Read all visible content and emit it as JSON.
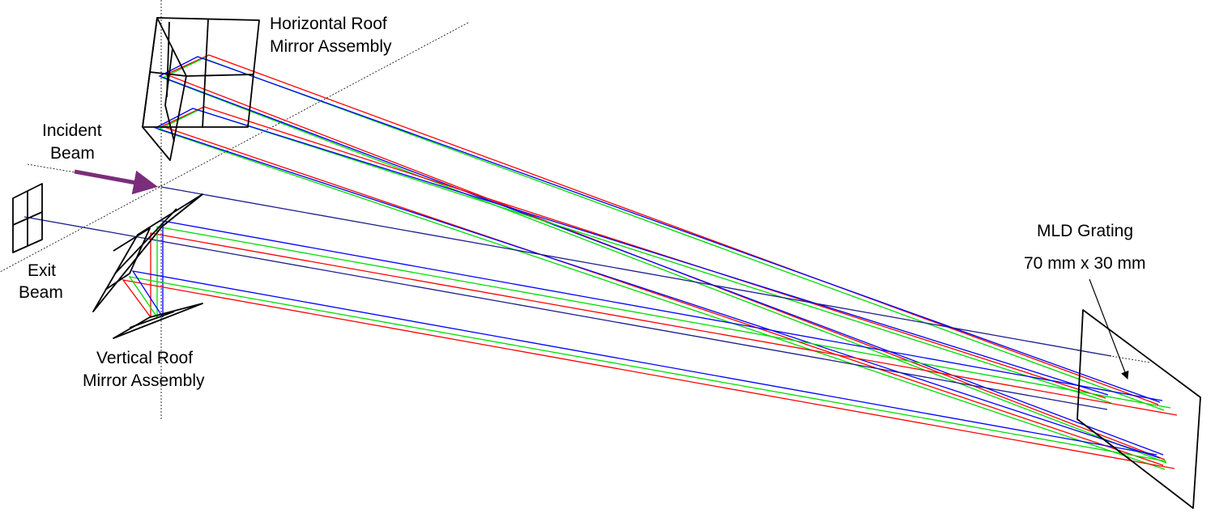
{
  "labels": {
    "horizontal_roof_line1": "Horizontal Roof",
    "horizontal_roof_line2": "Mirror Assembly",
    "incident_line1": "Incident",
    "incident_line2": "Beam",
    "exit_line1": "Exit",
    "exit_line2": "Beam",
    "vertical_roof_line1": "Vertical Roof",
    "vertical_roof_line2": "Mirror Assembly",
    "grating_line1": "MLD Grating",
    "grating_line2": "70 mm x 30 mm"
  },
  "colors": {
    "red": "#ff0000",
    "green": "#00dd00",
    "blue": "#0000ff",
    "navy": "#1c1c8c",
    "purple_arrow": "#7b2d7b",
    "outline": "#000000"
  }
}
